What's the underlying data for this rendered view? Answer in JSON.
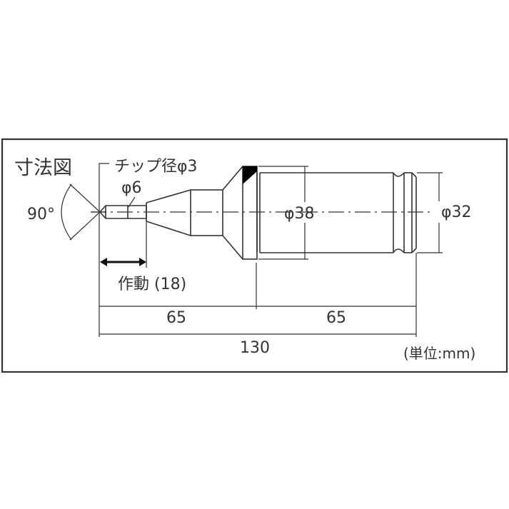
{
  "diagram": {
    "title": "寸法図",
    "unit_note": "(単位:mm)",
    "labels": {
      "tip_diameter": "チップ径φ3",
      "phi6": "φ6",
      "angle": "90°",
      "phi38": "φ38",
      "phi32": "φ32",
      "stroke": "作動 (18)",
      "dim_left": "65",
      "dim_right": "65",
      "dim_total": "130"
    },
    "colors": {
      "line": "#333333",
      "background": "#ffffff"
    }
  }
}
